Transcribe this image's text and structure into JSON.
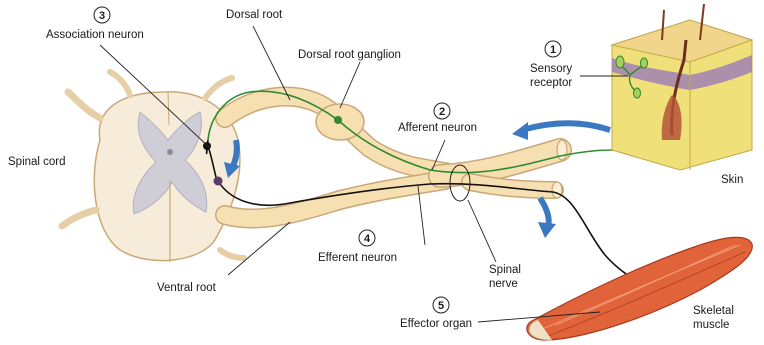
{
  "labels": {
    "association_neuron": "Association neuron",
    "dorsal_root": "Dorsal root",
    "dorsal_root_ganglion": "Dorsal root ganglion",
    "sensory_receptor_line1": "Sensory",
    "sensory_receptor_line2": "receptor",
    "spinal_cord": "Spinal cord",
    "afferent_neuron": "Afferent neuron",
    "efferent_neuron": "Efferent neuron",
    "skin": "Skin",
    "spinal_nerve_line1": "Spinal",
    "spinal_nerve_line2": "nerve",
    "ventral_root": "Ventral root",
    "effector_organ": "Effector organ",
    "skeletal_muscle_line1": "Skeletal",
    "skeletal_muscle_line2": "muscle"
  },
  "steps": {
    "sensory_receptor": "1",
    "afferent_neuron": "2",
    "association_neuron": "3",
    "efferent_neuron": "4",
    "effector_organ": "5"
  },
  "colors": {
    "nerve_fill": "#f6dfb0",
    "nerve_stroke": "#c9a878",
    "cord_fill": "#f7ecd9",
    "gray_matter": "#cfcdd6",
    "sensory_fiber": "#2f8a2f",
    "motor_fiber": "#111111",
    "arrow_blue": "#3a78c2",
    "skin_top": "#f1d58a",
    "skin_dermis": "#efe07a",
    "skin_purple": "#9b7bb6",
    "muscle": "#e0633a"
  }
}
